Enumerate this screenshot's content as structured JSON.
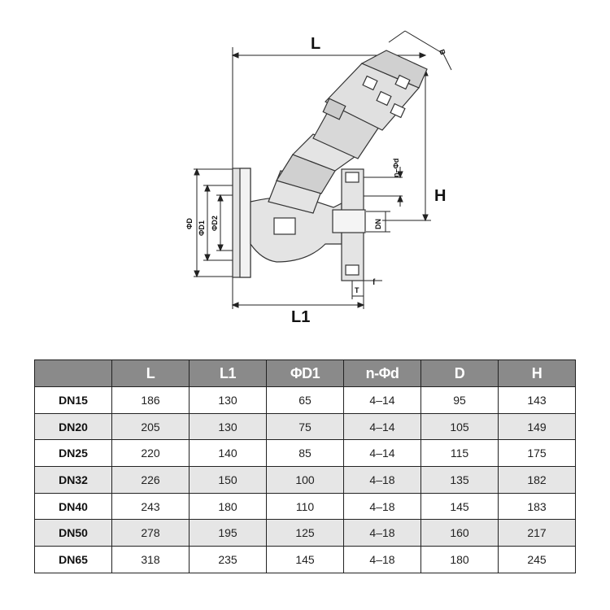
{
  "drawing": {
    "labels": {
      "L": "L",
      "L1": "L1",
      "H": "H",
      "B": "B",
      "D": "ΦD",
      "D1": "ΦD1",
      "D2": "ΦD2",
      "nd": "n–Φd",
      "DN": "DN",
      "T": "T",
      "f": "f"
    }
  },
  "table": {
    "headers": [
      "",
      "L",
      "L1",
      "ΦD1",
      "n-Φd",
      "D",
      "H"
    ],
    "rows": [
      [
        "DN15",
        "186",
        "130",
        "65",
        "4–14",
        "95",
        "143"
      ],
      [
        "DN20",
        "205",
        "130",
        "75",
        "4–14",
        "105",
        "149"
      ],
      [
        "DN25",
        "220",
        "140",
        "85",
        "4–14",
        "115",
        "175"
      ],
      [
        "DN32",
        "226",
        "150",
        "100",
        "4–18",
        "135",
        "182"
      ],
      [
        "DN40",
        "243",
        "180",
        "110",
        "4–18",
        "145",
        "183"
      ],
      [
        "DN50",
        "278",
        "195",
        "125",
        "4–18",
        "160",
        "217"
      ],
      [
        "DN65",
        "318",
        "235",
        "145",
        "4–18",
        "180",
        "245"
      ]
    ]
  }
}
